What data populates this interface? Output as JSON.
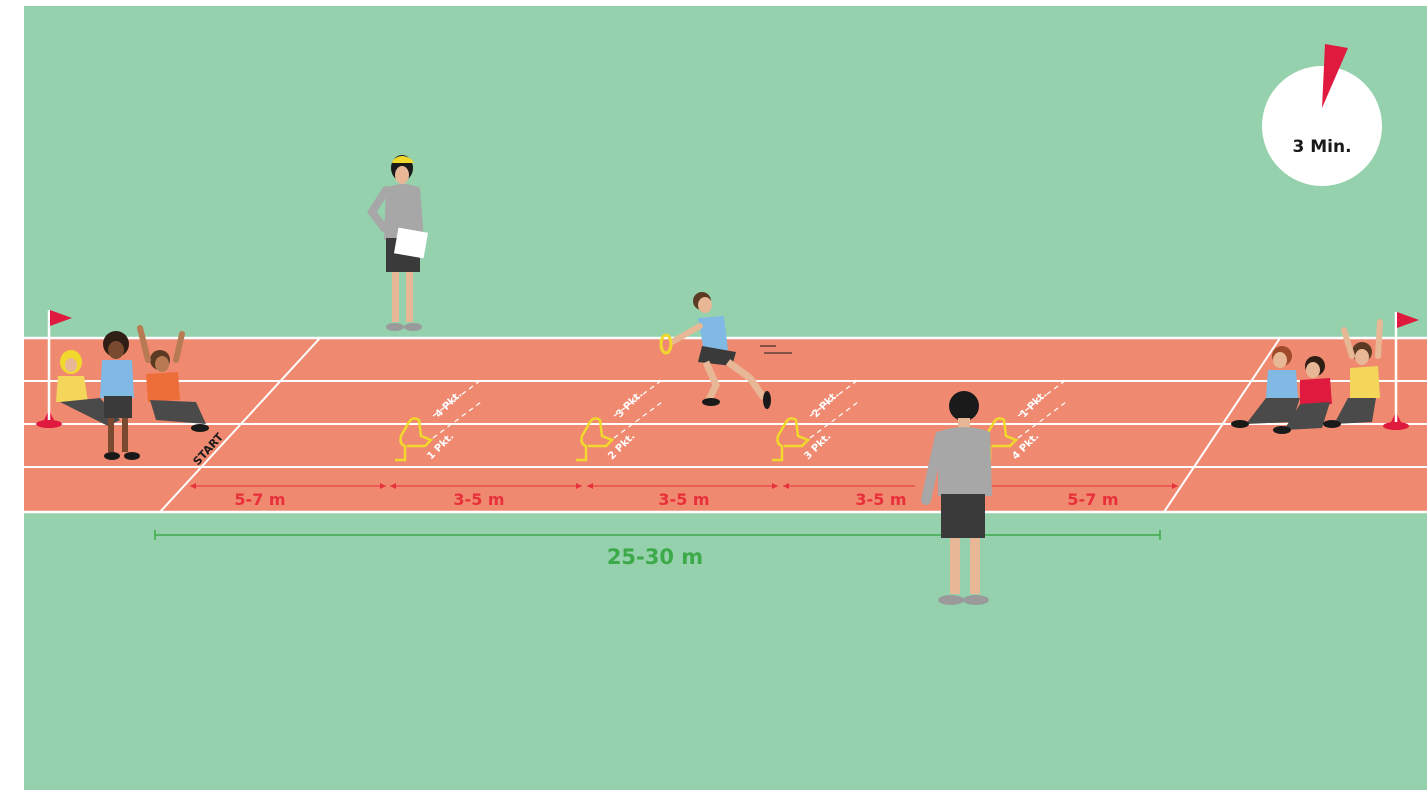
{
  "timer": {
    "label": "3 Min."
  },
  "track": {
    "start_label": "START",
    "segments": [
      "5-7 m",
      "3-5 m",
      "3-5 m",
      "3-5 m",
      "5-7 m"
    ],
    "total_distance": "25-30 m"
  },
  "hurdles": [
    {
      "upper": "4 Pkt.",
      "lower": "1 Pkt."
    },
    {
      "upper": "3 Pkt.",
      "lower": "2 Pkt."
    },
    {
      "upper": "2 Pkt.",
      "lower": "3 Pkt."
    },
    {
      "upper": "1 Pkt.",
      "lower": "4 Pkt."
    }
  ],
  "colors": {
    "grass": "#95d1ac",
    "track": "#ef8a70",
    "lane_line": "#ffffff",
    "segment_red": "#e8303a",
    "total_green": "#3daa4a",
    "hurdle_yellow": "#f1d82c",
    "flag_red": "#e0193f"
  }
}
